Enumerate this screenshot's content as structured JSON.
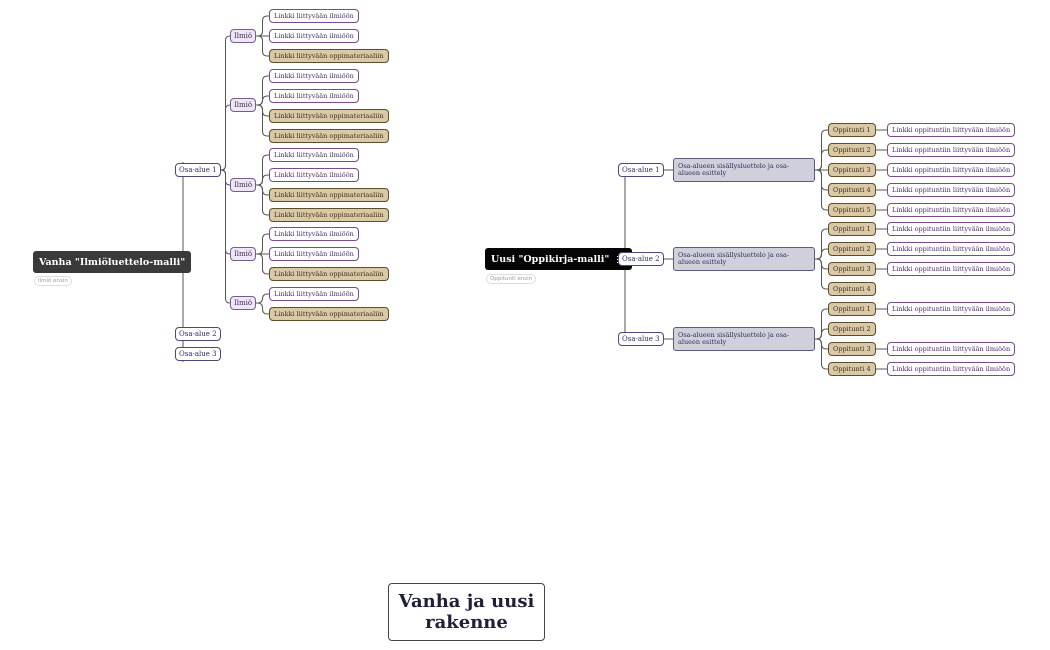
{
  "old_tree": {
    "root_label": "Vanha \"Ilmiöluettelo-malli\"",
    "root_tag": "Ilmiö ensin",
    "sections": [
      {
        "label": "Osa-alue 1",
        "phenomena": [
          {
            "label": "Ilmiö",
            "links": [
              {
                "kind": "phenomenon",
                "label": "Linkki liittyvään ilmiöön"
              },
              {
                "kind": "phenomenon",
                "label": "Linkki liittyvään ilmiöön"
              },
              {
                "kind": "material",
                "label": "Linkki liittyvään oppimateriaaliin"
              }
            ]
          },
          {
            "label": "Ilmiö",
            "links": [
              {
                "kind": "phenomenon",
                "label": "Linkki liittyvään ilmiöön"
              },
              {
                "kind": "phenomenon",
                "label": "Linkki liittyvään ilmiöön"
              },
              {
                "kind": "material",
                "label": "Linkki liittyvään oppimateriaaliin"
              },
              {
                "kind": "material",
                "label": "Linkki liittyvään oppimateriaaliin"
              }
            ]
          },
          {
            "label": "Ilmiö",
            "links": [
              {
                "kind": "phenomenon",
                "label": "Linkki liittyvään ilmiöön"
              },
              {
                "kind": "phenomenon",
                "label": "Linkki liittyvään ilmiöön"
              },
              {
                "kind": "material",
                "label": "Linkki liittyvään oppimateriaaliin"
              },
              {
                "kind": "material",
                "label": "Linkki liittyvään oppimateriaaliin"
              }
            ]
          },
          {
            "label": "Ilmiö",
            "links": [
              {
                "kind": "phenomenon",
                "label": "Linkki liittyvään ilmiöön"
              },
              {
                "kind": "phenomenon",
                "label": "Linkki liittyvään ilmiöön"
              },
              {
                "kind": "material",
                "label": "Linkki liittyvään oppimateriaaliin"
              }
            ]
          },
          {
            "label": "Ilmiö",
            "links": [
              {
                "kind": "phenomenon",
                "label": "Linkki liittyvään ilmiöön"
              },
              {
                "kind": "material",
                "label": "Linkki liittyvään oppimateriaaliin"
              }
            ]
          }
        ]
      },
      {
        "label": "Osa-alue 2",
        "phenomena": []
      },
      {
        "label": "Osa-alue 3",
        "phenomena": []
      }
    ]
  },
  "new_tree": {
    "root_label": "Uusi \"Oppikirja-malli\"",
    "root_tag": "Oppitunti ensin",
    "root_icon": "menu-lines-icon",
    "sections": [
      {
        "label": "Osa-alue 1",
        "intro": "Osa-alueen sisällysluettelo ja osa-alueen esittely",
        "lessons": [
          {
            "label": "Oppitunti 1",
            "link": "Linkki oppituntiin liittyvään ilmiöön"
          },
          {
            "label": "Oppitunti 2",
            "link": "Linkki oppituntiin liittyvään ilmiöön"
          },
          {
            "label": "Oppitunti 3",
            "link": "Linkki oppituntiin liittyvään ilmiöön"
          },
          {
            "label": "Oppitunti 4",
            "link": "Linkki oppituntiin liittyvään ilmiöön"
          },
          {
            "label": "Oppitunti 5",
            "link": "Linkki oppituntiin liittyvään ilmiöön"
          }
        ]
      },
      {
        "label": "Osa-alue 2",
        "intro": "Osa-alueen sisällysluettelo ja osa-alueen esittely",
        "lessons": [
          {
            "label": "Oppitunti 1",
            "link": "Linkki oppituntiin liittyvään ilmiöön"
          },
          {
            "label": "Oppitunti 2",
            "link": "Linkki oppituntiin liittyvään ilmiöön"
          },
          {
            "label": "Oppitunti 3",
            "link": "Linkki oppituntiin liittyvään ilmiöön"
          },
          {
            "label": "Oppitunti 4",
            "link": null
          }
        ]
      },
      {
        "label": "Osa-alue 3",
        "intro": "Osa-alueen sisällysluettelo ja osa-alueen esittely",
        "lessons": [
          {
            "label": "Oppitunti 1",
            "link": "Linkki oppituntiin liittyvään ilmiöön"
          },
          {
            "label": "Oppitunti 2",
            "link": null
          },
          {
            "label": "Oppitunti 3",
            "link": "Linkki oppituntiin liittyvään ilmiöön"
          },
          {
            "label": "Oppitunti 4",
            "link": "Linkki oppituntiin liittyvään ilmiöön"
          }
        ]
      }
    ]
  },
  "caption": "Vanha ja uusi rakenne"
}
